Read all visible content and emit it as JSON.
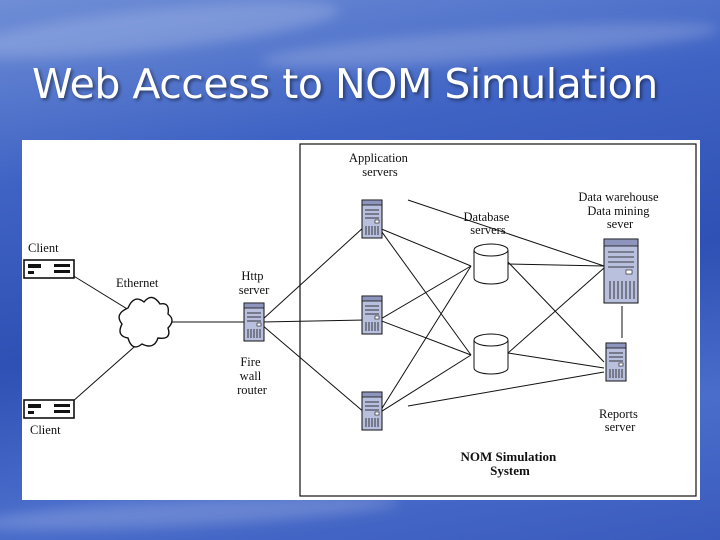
{
  "slide": {
    "title": "Web Access to NOM Simulation"
  },
  "diagram": {
    "labels": {
      "application_servers": [
        "Application",
        "servers"
      ],
      "database_servers": [
        "Database",
        "servers"
      ],
      "data_warehouse": [
        "Data warehouse",
        "Data mining",
        "sever"
      ],
      "client_top": "Client",
      "client_bottom": "Client",
      "ethernet": "Ethernet",
      "http_server": [
        "Http",
        "server"
      ],
      "firewall": [
        "Fire",
        "wall",
        "router"
      ],
      "reports_server": [
        "Reports",
        "server"
      ],
      "system_name": [
        "NOM Simulation",
        "System"
      ]
    },
    "colors": {
      "server_fill": "#b9c0de",
      "database_fill": "#ffffff",
      "line": "#111111"
    }
  }
}
